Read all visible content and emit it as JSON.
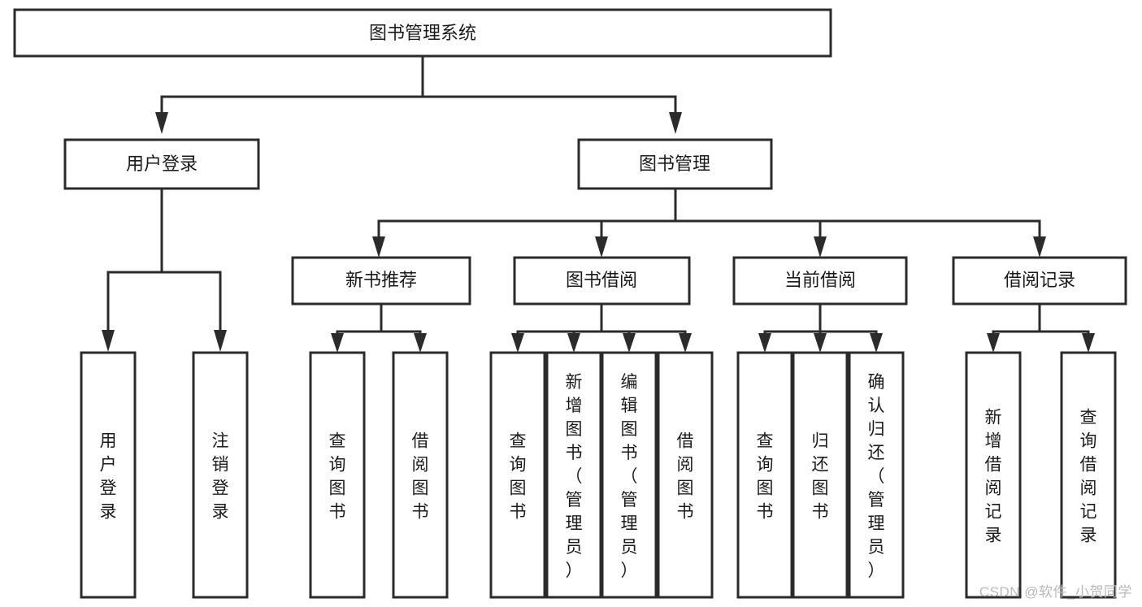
{
  "diagram": {
    "title": "图书管理系统",
    "type": "tree",
    "root": {
      "id": "root",
      "label": "图书管理系统",
      "orientation": "horizontal"
    },
    "level2": [
      {
        "id": "user-login",
        "label": "用户登录",
        "orientation": "horizontal"
      },
      {
        "id": "book-manage",
        "label": "图书管理",
        "orientation": "horizontal"
      }
    ],
    "level3": [
      {
        "id": "new-book-recommend",
        "label": "新书推荐",
        "parent": "book-manage",
        "orientation": "horizontal"
      },
      {
        "id": "book-borrow",
        "label": "图书借阅",
        "parent": "book-manage",
        "orientation": "horizontal"
      },
      {
        "id": "current-borrow",
        "label": "当前借阅",
        "parent": "book-manage",
        "orientation": "horizontal"
      },
      {
        "id": "borrow-record",
        "label": "借阅记录",
        "parent": "book-manage",
        "orientation": "horizontal"
      }
    ],
    "leaves": [
      {
        "id": "leaf-user-login",
        "label": "用户登录",
        "parent": "user-login",
        "orientation": "vertical"
      },
      {
        "id": "leaf-logout-login",
        "label": "注销登录",
        "parent": "user-login",
        "orientation": "vertical"
      },
      {
        "id": "leaf-query-book-1",
        "label": "查询图书",
        "parent": "new-book-recommend",
        "orientation": "vertical"
      },
      {
        "id": "leaf-borrow-book-1",
        "label": "借阅图书",
        "parent": "new-book-recommend",
        "orientation": "vertical"
      },
      {
        "id": "leaf-query-book-2",
        "label": "查询图书",
        "parent": "book-borrow",
        "orientation": "vertical"
      },
      {
        "id": "leaf-add-book",
        "label": "新增图书（管理员）",
        "parent": "book-borrow",
        "orientation": "vertical"
      },
      {
        "id": "leaf-edit-book",
        "label": "编辑图书（管理员）",
        "parent": "book-borrow",
        "orientation": "vertical"
      },
      {
        "id": "leaf-borrow-book-2",
        "label": "借阅图书",
        "parent": "book-borrow",
        "orientation": "vertical"
      },
      {
        "id": "leaf-query-book-3",
        "label": "查询图书",
        "parent": "current-borrow",
        "orientation": "vertical"
      },
      {
        "id": "leaf-return-book",
        "label": "归还图书",
        "parent": "current-borrow",
        "orientation": "vertical"
      },
      {
        "id": "leaf-confirm-return",
        "label": "确认归还（管理员）",
        "parent": "current-borrow",
        "orientation": "vertical"
      },
      {
        "id": "leaf-add-record",
        "label": "新增借阅记录",
        "parent": "borrow-record",
        "orientation": "vertical"
      },
      {
        "id": "leaf-query-record",
        "label": "查询借阅记录",
        "parent": "borrow-record",
        "orientation": "vertical"
      }
    ],
    "colors": {
      "box_fill": "#ffffff",
      "box_stroke": "#2b2b2b",
      "text": "#1a1a1a",
      "background": "#ffffff",
      "watermark": "#b9b9b9"
    }
  },
  "watermark": {
    "text": "CSDN @软件_小贺同学"
  }
}
